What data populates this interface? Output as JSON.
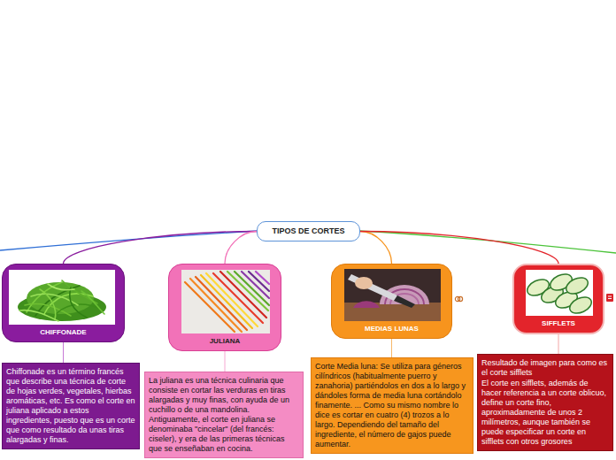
{
  "diagram": {
    "nodes": [
      {
        "text": [
          "TIPOS DE CORTES"
        ]
      },
      {
        "text": [
          "CHIFFONADE"
        ]
      },
      {
        "text": [
          "JULIANA"
        ]
      },
      {
        "text": [
          "MEDIAS LUNAS"
        ]
      },
      {
        "text": [
          "SIFFLETS"
        ]
      },
      {
        "text": [
          "Chiffonade es un término francés que describe una técnica de corte de hojas verdes, vegetales, hierbas aromáticas, etc. Es como el corte en juliana aplicado a estos ingredientes, puesto que es un corte que como resultado da unas tiras alargadas y finas."
        ]
      },
      {
        "text": [
          "La juliana es una técnica culinaria que consiste en cortar las verduras en tiras alargadas y muy finas, con ayuda de un cuchillo o de una mandolina. Antiguamente, el corte en juliana se denominaba \"cincelar\" (del francés: ciseler), y era de las primeras técnicas que se enseñaban en cocina."
        ]
      },
      {
        "text": [
          "Corte Media luna: Se utiliza para géneros cilíndricos (habitualmente puerro y zanahoria) partiéndolos en dos a lo largo y dándoles forma de media luna cortándolo finamente. ... Como su mismo nombre lo dice es cortar en cuatro (4) trozos a lo largo. Dependiendo del tamaño del ingrediente, el número de gajos puede aumentar."
        ]
      },
      {
        "text": [
          "Resultado de imagen para como es el corte sifflets",
          "El corte en sifflets, además de hacer referencia a un corte oblicuo, define un corte fino, aproximadamente de unos 2 milímetros, aunque también se puede especificar un corte en sifflets con otros grosores"
        ]
      }
    ],
    "edges": [
      {
        "from": 0,
        "to": 1,
        "arrow": "none"
      },
      {
        "from": 0,
        "to": 2,
        "arrow": "none"
      },
      {
        "from": 0,
        "to": 3,
        "arrow": "none"
      },
      {
        "from": 0,
        "to": 4,
        "arrow": "none"
      },
      {
        "from": 1,
        "to": 5,
        "arrow": "none"
      },
      {
        "from": 2,
        "to": 6,
        "arrow": "none"
      },
      {
        "from": 3,
        "to": 7,
        "arrow": "none"
      },
      {
        "from": 4,
        "to": 8,
        "arrow": "none"
      }
    ]
  }
}
